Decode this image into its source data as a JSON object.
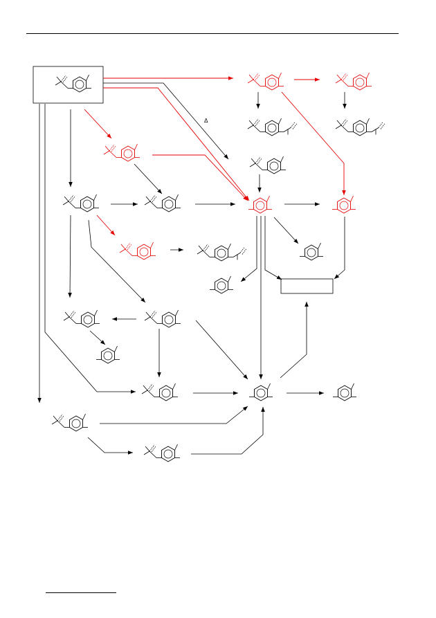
{
  "diagram": {
    "heat_symbol": "Δ",
    "colors": {
      "primary_pathway": "#e60000",
      "secondary_pathway": "#000000"
    },
    "highlighted_molecules": [
      "m_top_center",
      "m_top_right",
      "m_red_left",
      "m_center_main",
      "m_right_main",
      "m_red_mid"
    ]
  }
}
